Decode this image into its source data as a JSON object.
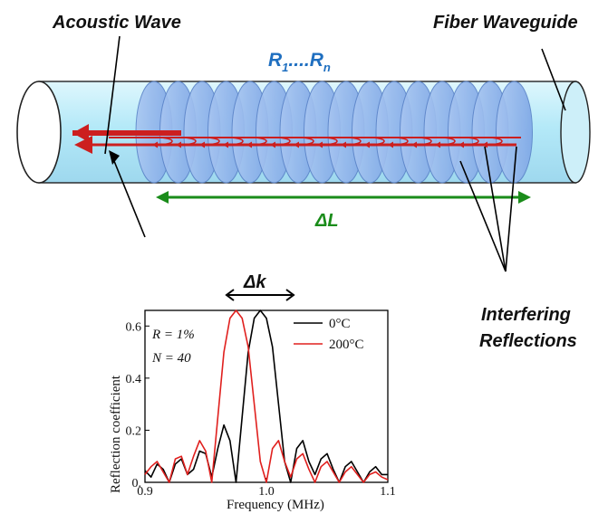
{
  "labels": {
    "acoustic_wave": "Acoustic Wave",
    "fiber_waveguide": "Fiber Waveguide",
    "reflectors_prefix": "R",
    "reflectors_first_sub": "1",
    "reflectors_dots": "....",
    "reflectors_last_sub": "n",
    "delta_L": "ΔL",
    "delta_k": "Δk",
    "interfering_line1": "Interfering",
    "interfering_line2": "Reflections"
  },
  "colors": {
    "fiber_fill": "#bfeefb",
    "reflector_fill": "#8fb6ee",
    "wave_red": "#cc1f1f",
    "span_green": "#1a8c1a",
    "label_blue": "#1f6fc0",
    "series_0C": "#000000",
    "series_200C": "#e0201e"
  },
  "chart_data": {
    "type": "line",
    "xlabel": "Frequency (MHz)",
    "ylabel": "Reflection coefficient",
    "xlim": [
      0.9,
      1.1
    ],
    "ylim": [
      0,
      0.66
    ],
    "x_ticks": [
      0.9,
      1.0,
      1.1
    ],
    "x_tick_labels": [
      "0.9",
      "1.0",
      "1.1"
    ],
    "y_ticks": [
      0,
      0.2,
      0.4,
      0.6
    ],
    "y_tick_labels": [
      "0.",
      "0.2",
      "0.4",
      "0.6"
    ],
    "annotations": [
      "R = 1%",
      "N = 40"
    ],
    "legend_position": "top-right",
    "series": [
      {
        "name": "0°C",
        "color": "#000000",
        "x": [
          0.9,
          0.905,
          0.91,
          0.915,
          0.92,
          0.925,
          0.93,
          0.935,
          0.94,
          0.945,
          0.95,
          0.955,
          0.96,
          0.965,
          0.97,
          0.975,
          0.98,
          0.985,
          0.99,
          0.995,
          1.0,
          1.005,
          1.01,
          1.015,
          1.02,
          1.025,
          1.03,
          1.035,
          1.04,
          1.045,
          1.05,
          1.055,
          1.06,
          1.065,
          1.07,
          1.075,
          1.08,
          1.085,
          1.09,
          1.095,
          1.1
        ],
        "y": [
          0.045,
          0.02,
          0.07,
          0.05,
          0.0,
          0.07,
          0.09,
          0.03,
          0.05,
          0.12,
          0.11,
          0.02,
          0.13,
          0.22,
          0.16,
          0.0,
          0.25,
          0.5,
          0.63,
          0.66,
          0.63,
          0.52,
          0.3,
          0.08,
          0.0,
          0.13,
          0.16,
          0.08,
          0.03,
          0.09,
          0.11,
          0.05,
          0.0,
          0.06,
          0.08,
          0.04,
          0.0,
          0.04,
          0.06,
          0.03,
          0.03
        ]
      },
      {
        "name": "200°C",
        "color": "#e0201e",
        "x": [
          0.9,
          0.905,
          0.91,
          0.915,
          0.92,
          0.925,
          0.93,
          0.935,
          0.94,
          0.945,
          0.95,
          0.955,
          0.96,
          0.965,
          0.97,
          0.975,
          0.98,
          0.985,
          0.99,
          0.995,
          1.0,
          1.005,
          1.01,
          1.015,
          1.02,
          1.025,
          1.03,
          1.035,
          1.04,
          1.045,
          1.05,
          1.055,
          1.06,
          1.065,
          1.07,
          1.075,
          1.08,
          1.085,
          1.09,
          1.095,
          1.1
        ],
        "y": [
          0.03,
          0.06,
          0.08,
          0.04,
          0.0,
          0.09,
          0.1,
          0.03,
          0.1,
          0.16,
          0.12,
          0.0,
          0.25,
          0.5,
          0.63,
          0.66,
          0.63,
          0.52,
          0.3,
          0.08,
          0.0,
          0.13,
          0.16,
          0.08,
          0.02,
          0.09,
          0.11,
          0.05,
          0.0,
          0.06,
          0.08,
          0.04,
          0.0,
          0.04,
          0.06,
          0.03,
          0.0,
          0.03,
          0.04,
          0.02,
          0.01
        ]
      }
    ]
  }
}
